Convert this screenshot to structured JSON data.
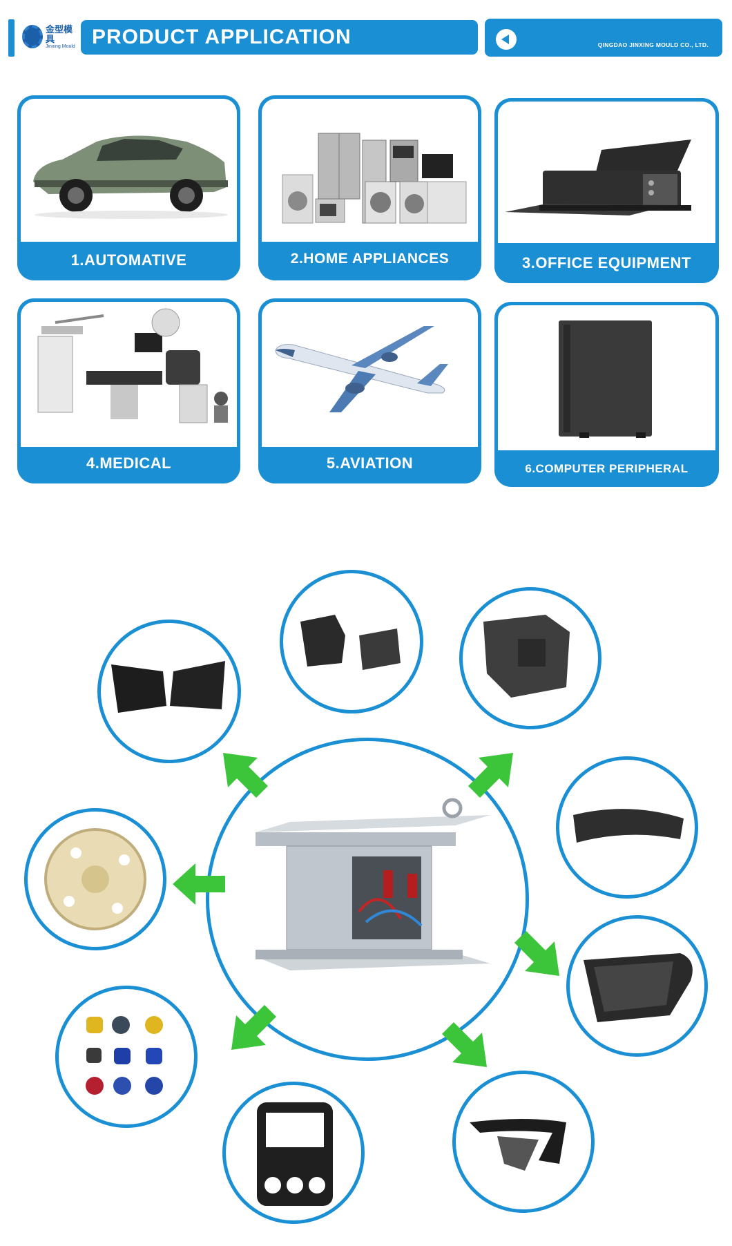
{
  "header": {
    "logo_text": "金型模具",
    "logo_sub": "Jinxing Mould",
    "title": "PRODUCT APPLICATION",
    "company": "QINGDAO JINXING MOULD CO., LTD."
  },
  "applications": [
    {
      "label": "1.AUTOMATIVE"
    },
    {
      "label": "2.HOME APPLIANCES"
    },
    {
      "label": "3.OFFICE EQUIPMENT"
    },
    {
      "label": "4.MEDICAL"
    },
    {
      "label": "5.AVIATION"
    },
    {
      "label": "6.COMPUTER PERIPHERAL"
    }
  ],
  "colors": {
    "accent": "#1b8fd4",
    "arrow": "#3cc43a"
  },
  "icons": {
    "back": "back-arrow-icon",
    "logo": "gear-logo-icon"
  }
}
